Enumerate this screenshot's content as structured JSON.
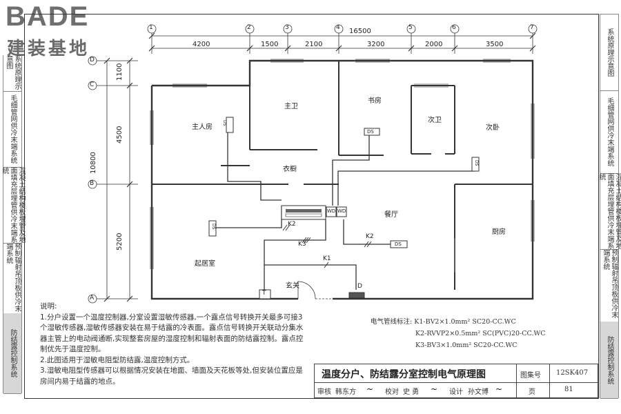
{
  "logo": {
    "brand": "BADE",
    "subtitle": "建装基地"
  },
  "left_tabs": [
    {
      "label": "系统原理示意图",
      "active": false
    },
    {
      "label": "毛细管网供冷末端系统",
      "active": false
    },
    {
      "label": "混凝土结构楼板埋管及地面填充层埋管供冷末端系统",
      "active": false
    },
    {
      "label": "预制辐射吊顶板供冷末端系统",
      "active": false
    },
    {
      "label": "防结露控制系统",
      "active": true
    }
  ],
  "right_tabs": [
    {
      "label": "系统原理示意图",
      "active": false
    },
    {
      "label": "毛细管网供冷末端系统",
      "active": false
    },
    {
      "label": "混凝土结构楼板埋管及地面填充层埋管供冷末端系统",
      "active": false
    },
    {
      "label": "预制辐射吊顶板供冷末端系统",
      "active": false
    },
    {
      "label": "防结露控制系统",
      "active": true
    }
  ],
  "axes": {
    "vertical_labels": [
      "1",
      "2",
      "3",
      "4",
      "5",
      "6",
      "7"
    ],
    "horizontal_labels": [
      "D",
      "C",
      "B",
      "A"
    ],
    "total_width": "16500",
    "width_dims": [
      "4200",
      "1500",
      "2100",
      "3200",
      "2000",
      "3500"
    ],
    "total_height": "10800",
    "height_dims": [
      "1100",
      "4500",
      "5200"
    ]
  },
  "rooms": {
    "master_bedroom": "主人房",
    "master_bath": "主卫",
    "study": "书房",
    "second_bath": "次卫",
    "second_bedroom": "次卧",
    "wardrobe": "衣橱",
    "dining": "餐厅",
    "kitchen": "厨房",
    "living": "起居室",
    "entrance": "玄关"
  },
  "symbols": {
    "ds": "DS",
    "wd": "WD",
    "k1": "K1",
    "k2": "K2",
    "k3": "K3",
    "t": "T",
    "d": "D"
  },
  "notes": {
    "title": "说明:",
    "items": [
      "1.分户设置一个温度控制器,分室设置湿敏传感器,一个露点信号转换开关最多可接3个湿敏传感器,湿敏传感器安装在易于结露的冷表面。露点信号转换开关联动分集水器主管上的电动阀通断,实现整套房屋的湿度控制和辐射表面的防结露控制。露点控制优先于温度控制。",
      "2.此图适用于湿敏电阻型防结露,温度控制方式。",
      "3.湿敏电阻型传感器可以根据情况安装在地面、墙面及天花板等处,但安装位置应是房间内易于结露的地点。"
    ]
  },
  "legend": {
    "prefix": "电气管线标注:",
    "lines": [
      "K1-BV2×1.0mm² SC20-CC.WC",
      "K2-RVVP2×0.5mm² SC(PVC)20-CC.WC",
      "K3-BV3×1.0mm² SC20-CC.WC"
    ]
  },
  "title_block": {
    "title": "温度分户、防结露分室控制电气原理图",
    "atlas_label": "图集号",
    "atlas_no": "12SK407",
    "review_label": "审核",
    "reviewer": "韩东方",
    "check_label": "校对",
    "checker": "史 勇",
    "design_label": "设计",
    "designer": "孙文博",
    "page_label": "页",
    "page_no": "81"
  }
}
